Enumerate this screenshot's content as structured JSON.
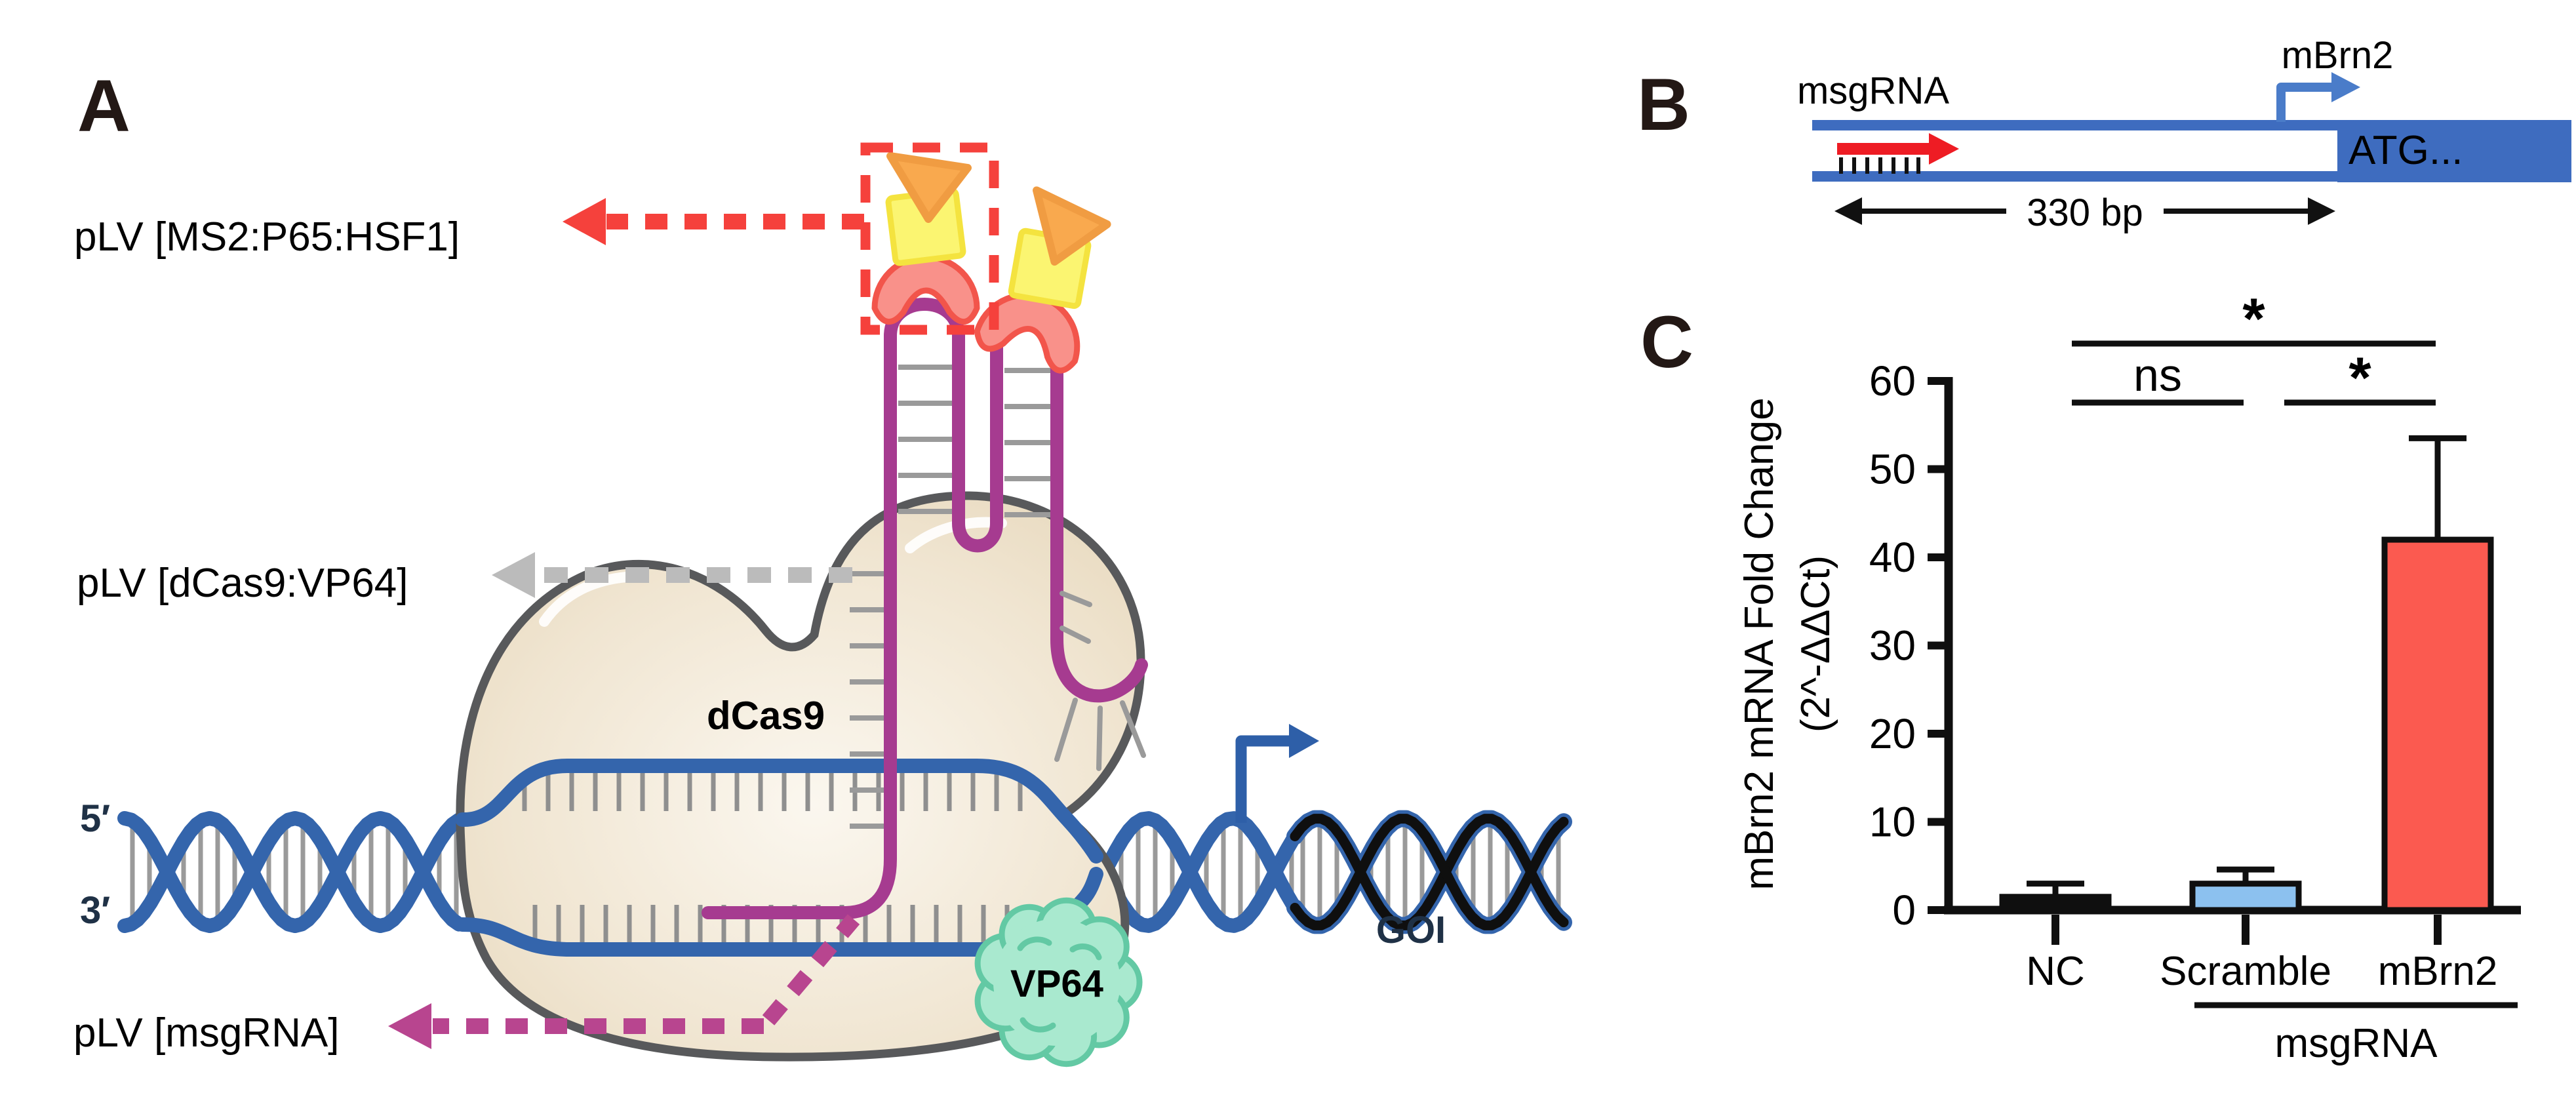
{
  "colors": {
    "dna_blue": "#3465ac",
    "goi_black": "#0f0f0f",
    "sgrna_magenta": "#a63b90",
    "magenta_arrow": "#b8458f",
    "red_accent": "#f5413c",
    "gray_arrow": "#bbbbbb",
    "dcas9_stroke": "#58595b",
    "vp64_fill": "#a9e9cf",
    "vp64_stroke": "#63c9a4",
    "ms2_orange": "#f9a94e",
    "ms2_orange_stroke": "#f09c42",
    "ms2_yellow": "#fbf571",
    "ms2_yellow_stroke": "#f4e33f",
    "ms2_pink": "#f9918a",
    "ms2_pink_stroke": "#f2554b",
    "panel_b_blue": "#3e6cbf",
    "panel_b_arrow_blue": "#4a7cc9",
    "panel_b_red": "#ee1c24",
    "rung_gray": "#9a9a9a"
  },
  "figure": {
    "panel_a": {
      "label": "A",
      "plasmid_ms2": "pLV [MS2:P65:HSF1]",
      "plasmid_dcas9": "pLV [dCas9:VP64]",
      "plasmid_msgrna": "pLV [msgRNA]",
      "dcas9": "dCas9",
      "vp64": "VP64",
      "five_prime": "5′",
      "three_prime": "3′",
      "goi": "GOI"
    },
    "panel_b": {
      "label": "B",
      "sgrna": "msgRNA",
      "gene": "mBrn2",
      "atg": "ATG...",
      "distance": "330 bp"
    },
    "panel_c": {
      "label": "C"
    }
  },
  "chart_data": {
    "type": "bar",
    "title": "",
    "xlabel": "",
    "ylabel_line1": "mBrn2 mRNA Fold Change",
    "ylabel_line2": "(2^-ΔΔCt)",
    "categories": [
      "NC",
      "Scramble",
      "mBrn2"
    ],
    "values": [
      1.5,
      3,
      42
    ],
    "errors_up": [
      1.5,
      1.6,
      11.5
    ],
    "bar_colors": [
      "#0f0f0f",
      "#8cc1ef",
      "#fb5a50"
    ],
    "bar_edge_color": "#0f0f0f",
    "yticks": [
      0,
      10,
      20,
      30,
      40,
      50,
      60
    ],
    "ylim": [
      0,
      60
    ],
    "grid": false,
    "legend": "none",
    "group_label": "msgRNA",
    "group_members": [
      "Scramble",
      "mBrn2"
    ],
    "significance": [
      {
        "pair": [
          "NC",
          "mBrn2"
        ],
        "label": "*"
      },
      {
        "pair": [
          "NC",
          "Scramble"
        ],
        "label": "ns"
      },
      {
        "pair": [
          "Scramble",
          "mBrn2"
        ],
        "label": "*"
      }
    ]
  }
}
